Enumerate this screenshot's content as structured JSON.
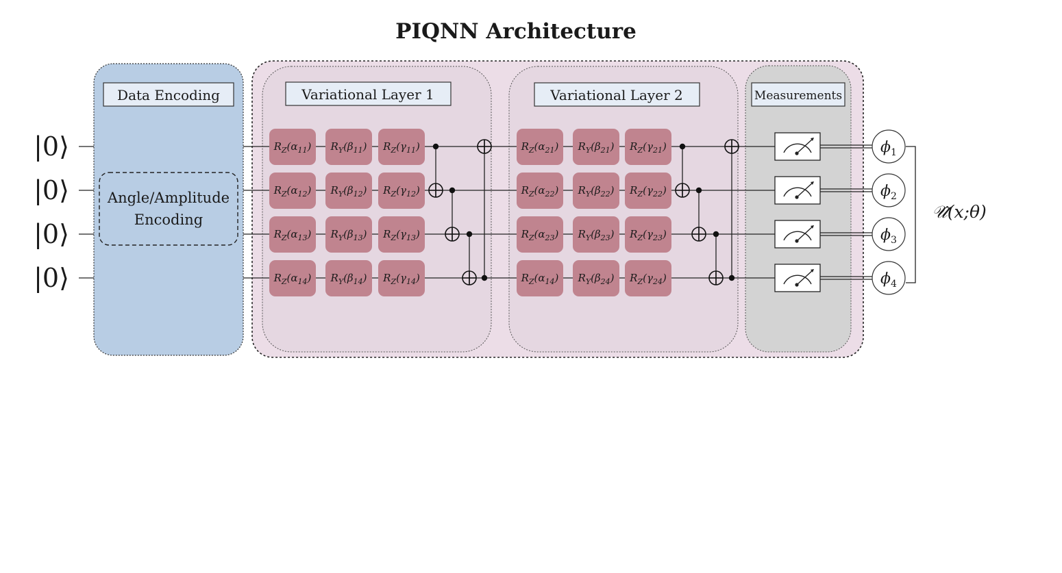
{
  "title": "PIQNN Architecture",
  "colors": {
    "encoding_panel": "#b8cde4",
    "variational_panel": "#ecdde7",
    "inner_layer": "#e5d7e1",
    "measurement_panel": "#d3d3d3",
    "gate": "#c0848f",
    "label_box": "#e6edf6"
  },
  "inputs": [
    "|0⟩",
    "|0⟩",
    "|0⟩",
    "|0⟩"
  ],
  "sections": {
    "encoding": {
      "label": "Data Encoding",
      "inner_line1": "Angle/Amplitude",
      "inner_line2": "Encoding"
    },
    "layer1": {
      "label": "Variational Layer 1"
    },
    "layer2": {
      "label": "Variational Layer 2"
    },
    "measurements": {
      "label": "Measurements"
    }
  },
  "gates": {
    "layer1": [
      [
        "R_Z(α_11)",
        "R_Y(β_11)",
        "R_Z(γ_11)"
      ],
      [
        "R_Z(α_12)",
        "R_Y(β_12)",
        "R_Z(γ_12)"
      ],
      [
        "R_Z(α_13)",
        "R_Y(β_13)",
        "R_Z(γ_13)"
      ],
      [
        "R_Z(α_14)",
        "R_Y(β_14)",
        "R_Z(γ_14)"
      ]
    ],
    "layer2": [
      [
        "R_Z(α_21)",
        "R_Y(β_21)",
        "R_Z(γ_21)"
      ],
      [
        "R_Z(α_22)",
        "R_Y(β_22)",
        "R_Z(γ_22)"
      ],
      [
        "R_Z(α_23)",
        "R_Y(β_23)",
        "R_Z(γ_23)"
      ],
      [
        "R_Z(α_14)",
        "R_Y(β_24)",
        "R_Z(γ_24)"
      ]
    ]
  },
  "outputs": [
    "ϕ1",
    "ϕ2",
    "ϕ3",
    "ϕ4"
  ],
  "unitary_label": "𝒰̂(x;θ)",
  "icons": {
    "measurement": "meter-icon",
    "cnot_target": "oplus-icon",
    "cnot_control": "dot-icon"
  }
}
